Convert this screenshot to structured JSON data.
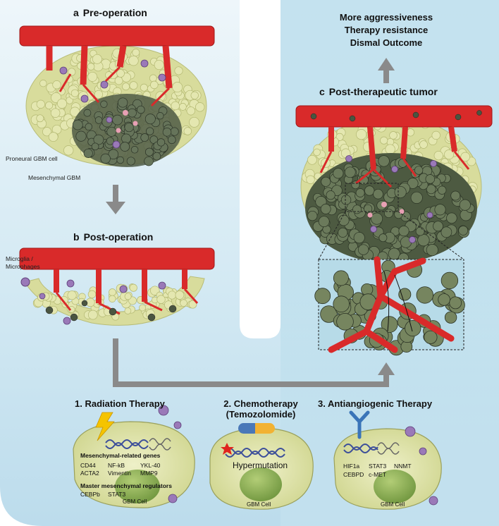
{
  "panels": {
    "a": {
      "index": "a",
      "title": "Pre-operation"
    },
    "b": {
      "index": "b",
      "title": "Post-operation"
    },
    "c": {
      "index": "c",
      "title": "Post-therapeutic tumor"
    }
  },
  "labels": {
    "proneural": "Proneural GBM cell",
    "mesenchymal": "Mesenchymal GBM",
    "microglia_line1": "Microglia /",
    "microglia_line2": "Microphages"
  },
  "outcome": {
    "line1": "More aggressiveness",
    "line2": "Therapy resistance",
    "line3": "Dismal Outcome"
  },
  "therapies": {
    "radiation": {
      "title": "1. Radiation Therapy",
      "genes_heading": "Mesenchymal-related genes",
      "genes": [
        "CD44",
        "NF-kB",
        "YKL-40",
        "ACTA2",
        "Vimentin",
        "MMP9"
      ],
      "regulators_heading": "Master mesenchymal regulators",
      "regulators": [
        "CEBPb",
        "STAT3"
      ],
      "cell_label": "GBM Cell"
    },
    "chemo": {
      "title_line1": "2. Chemotherapy",
      "title_line2": "(Temozolomide)",
      "mutation": "Hypermutation",
      "cell_label": "GBM Cell"
    },
    "antiangio": {
      "title": "3. Antiangiogenic Therapy",
      "genes": [
        "HIF1a",
        "STAT3",
        "NNMT",
        "CEBPD",
        "c-MET"
      ],
      "cell_label": "GBM Cell"
    }
  },
  "colors": {
    "vessel": "#d92a2a",
    "proneural_cell": "#dfe4a8",
    "mesenchymal_cell": "#5f6d52",
    "microglia": "#9a79b8",
    "arrow": "#8a8a8a",
    "panel_bg": "#a9d5e6",
    "nucleus": "#7fa040"
  }
}
